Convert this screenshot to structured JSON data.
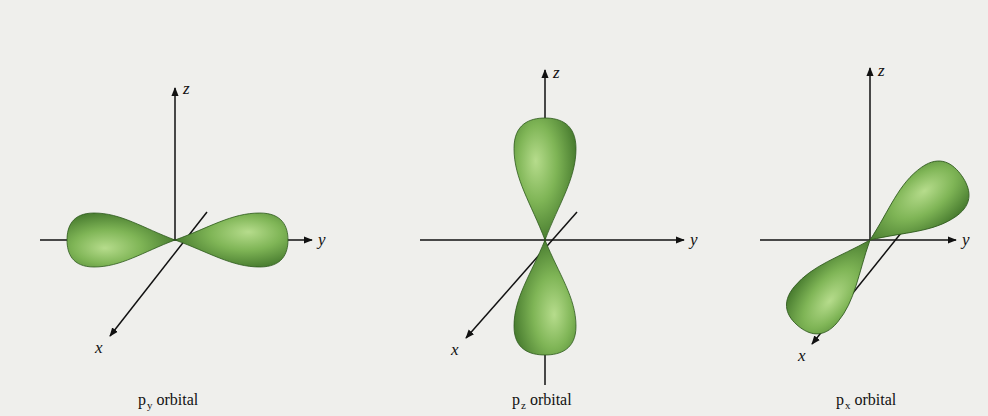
{
  "diagram": {
    "labels": [
      "z",
      "y",
      "x",
      "p",
      "y",
      "orbital",
      "z",
      "y",
      "x",
      "p",
      "z",
      "orbital",
      "z",
      "y",
      "x",
      "p",
      "x",
      "orbital"
    ]
  }
}
